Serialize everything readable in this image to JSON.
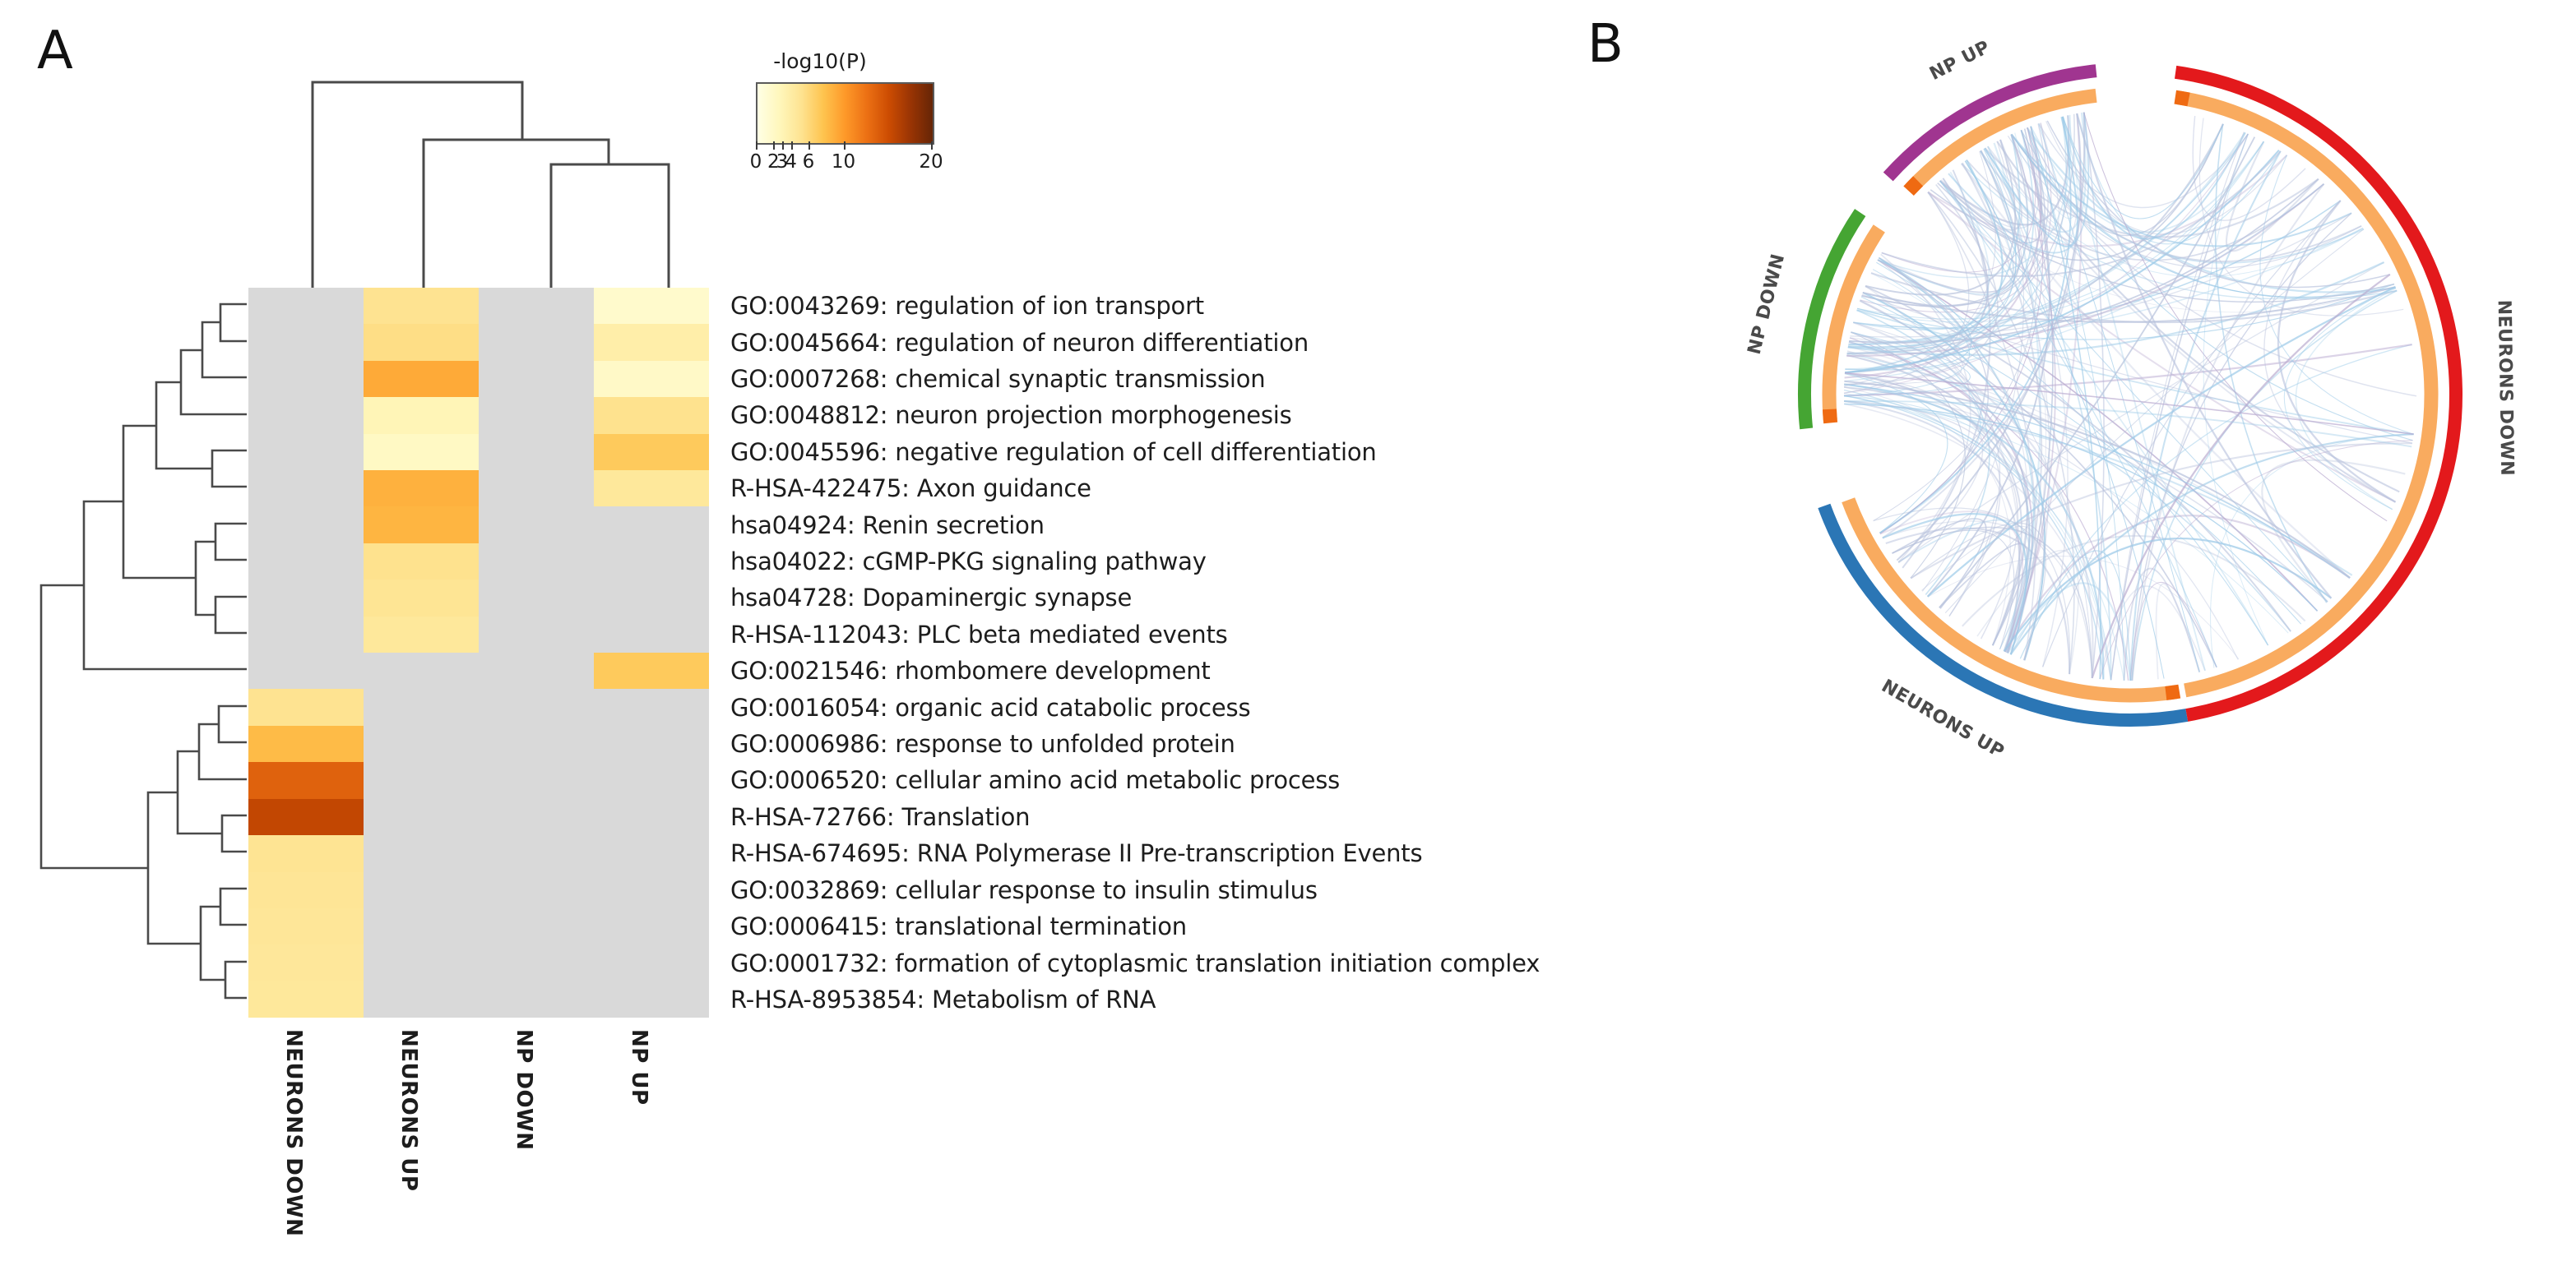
{
  "figure": {
    "panel_a_letter": "A",
    "panel_b_letter": "B"
  },
  "panel_a": {
    "colorbar": {
      "title": "-log10(P)",
      "ticks": [
        0,
        2,
        3,
        4,
        6,
        10,
        20
      ],
      "tick_labels": [
        "0",
        "2",
        "3",
        "4",
        "6",
        "10",
        "20"
      ],
      "vmin": 0,
      "vmax": 20,
      "colors": [
        "#ffffe5",
        "#fff7bc",
        "#fee391",
        "#fec44f",
        "#fe9929",
        "#ec7014",
        "#cc4c02",
        "#993404",
        "#662506"
      ],
      "missing_color": "#d9d9d9"
    },
    "columns": [
      "NEURONS DOWN",
      "NEURONS UP",
      "NP DOWN",
      "NP UP"
    ],
    "rows": [
      "GO:0043269: regulation of ion transport",
      "GO:0045664: regulation of neuron differentiation",
      "GO:0007268: chemical synaptic transmission",
      "GO:0048812: neuron projection morphogenesis",
      "GO:0045596: negative regulation of cell differentiation",
      "R-HSA-422475: Axon guidance",
      "hsa04924: Renin secretion",
      "hsa04022: cGMP-PKG signaling pathway",
      "hsa04728: Dopaminergic synapse",
      "R-HSA-112043: PLC beta mediated events",
      "GO:0021546: rhombomere development",
      "GO:0016054: organic acid catabolic process",
      "GO:0006986: response to unfolded protein",
      "GO:0006520: cellular amino acid metabolic process",
      "R-HSA-72766: Translation",
      "R-HSA-674695: RNA Polymerase II Pre-transcription Events",
      "GO:0032869: cellular response to insulin stimulus",
      "GO:0006415: translational termination",
      "GO:0001732: formation of cytoplasmic translation initiation complex",
      "R-HSA-8953854: Metabolism of RNA"
    ]
  },
  "chart_data": {
    "type": "heatmap",
    "title": "",
    "xlabel": "",
    "ylabel": "",
    "categories": [
      "NEURONS DOWN",
      "NEURONS UP",
      "NP DOWN",
      "NP UP"
    ],
    "row_labels": [
      "GO:0043269: regulation of ion transport",
      "GO:0045664: regulation of neuron differentiation",
      "GO:0007268: chemical synaptic transmission",
      "GO:0048812: neuron projection morphogenesis",
      "GO:0045596: negative regulation of cell differentiation",
      "R-HSA-422475: Axon guidance",
      "hsa04924: Renin secretion",
      "hsa04022: cGMP-PKG signaling pathway",
      "hsa04728: Dopaminergic synapse",
      "R-HSA-112043: PLC beta mediated events",
      "GO:0021546: rhombomere development",
      "GO:0016054: organic acid catabolic process",
      "GO:0006986: response to unfolded protein",
      "GO:0006520: cellular amino acid metabolic process",
      "R-HSA-72766: Translation",
      "R-HSA-674695: RNA Polymerase II Pre-transcription Events",
      "GO:0032869: cellular response to insulin stimulus",
      "GO:0006415: translational termination",
      "GO:0001732: formation of cytoplasmic translation initiation complex",
      "R-HSA-8953854: Metabolism of RNA"
    ],
    "colorbar_label": "-log10(P)",
    "zlim": [
      0,
      20
    ],
    "grid": false,
    "legend_position": "top",
    "cell_colors": [
      [
        "#d9d9d9",
        "#fca13a",
        "#d9d9d9",
        "#ffffd4"
      ],
      [
        "#d9d9d9",
        "#fb9a2e",
        "#d9d9d9",
        "#fdc councils"
      ],
      [
        "#d9d9d9",
        "#ec7014",
        "#d9d9d9",
        "#ffffd0"
      ],
      [
        "#d9d9d9",
        "#fee08a",
        "#d9d9d9",
        "#fca130"
      ],
      [
        "#d9d9d9",
        "#ffffc0",
        "#d9d9d9",
        "#f4800f"
      ],
      [
        "#d9d9d9",
        "#ed7615",
        "#d9d9d9",
        "#fcb03c"
      ],
      [
        "#d9d9d9",
        "#ee7a17",
        "#d9d9d9",
        "#d9d9d9"
      ],
      [
        "#d9d9d9",
        "#fca72f",
        "#d9d9d9",
        "#d9d9d9"
      ],
      [
        "#d9d9d9",
        "#fcab33",
        "#d9d9d9",
        "#d9d9d9"
      ],
      [
        "#d9d9d9",
        "#fdb23a",
        "#d9d9d9",
        "#d9d9d9"
      ],
      [
        "#d9d9d9",
        "#d9d9d9",
        "#d9d9d9",
        "#f4800f"
      ],
      [
        "#fca12c",
        "#d9d9d9",
        "#d9d9d9",
        "#d9d9d9"
      ],
      [
        "#ef7d19",
        "#d9d9d9",
        "#d9d9d9",
        "#d9d9d9"
      ],
      [
        "#cc4c02",
        "#d9d9d9",
        "#d9d9d9",
        "#d9d9d9"
      ],
      [
        "#ba4201",
        "#d9d9d9",
        "#d9d9d9",
        "#d9d9d9"
      ],
      [
        "#fcaa30",
        "#d9d9d9",
        "#d9d9d9",
        "#d9d9d9"
      ],
      [
        "#fcac33",
        "#d9d9d9",
        "#d9d9d9",
        "#d9d9d9"
      ],
      [
        "#fcae35",
        "#d9d9d9",
        "#d9d9d9",
        "#d9d9d9"
      ],
      [
        "#fcaf36",
        "#d9d9d9",
        "#d9d9d9",
        "#d9d9d9"
      ],
      [
        "#fcb038",
        "#d9d9d9",
        "#d9d9d9",
        "#d9d9d9"
      ]
    ],
    "values": [
      [
        null,
        5.0,
        null,
        1.5
      ],
      [
        null,
        5.4,
        null,
        3.6
      ],
      [
        null,
        9.0,
        null,
        1.8
      ],
      [
        null,
        2.8,
        null,
        5.1
      ],
      [
        null,
        2.0,
        null,
        7.0
      ],
      [
        null,
        8.6,
        null,
        4.4
      ],
      [
        null,
        8.4,
        null,
        null
      ],
      [
        null,
        5.1,
        null,
        null
      ],
      [
        null,
        4.8,
        null,
        null
      ],
      [
        null,
        4.4,
        null,
        null
      ],
      [
        null,
        null,
        null,
        7.0
      ],
      [
        5.0,
        null,
        null,
        null
      ],
      [
        8.0,
        null,
        null,
        null
      ],
      [
        13.5,
        null,
        null,
        null
      ],
      [
        15.5,
        null,
        null,
        null
      ],
      [
        4.9,
        null,
        null,
        null
      ],
      [
        4.7,
        null,
        null,
        null
      ],
      [
        4.6,
        null,
        null,
        null
      ],
      [
        4.5,
        null,
        null,
        null
      ],
      [
        4.4,
        null,
        null,
        null
      ]
    ]
  },
  "panel_b": {
    "type": "circos",
    "arcs": [
      {
        "name": "NP UP",
        "label": "NP UP",
        "color": "#a03590",
        "inner_color": "#f9ab5f"
      },
      {
        "name": "NP DOWN",
        "label": "NP DOWN",
        "color": "#45a533",
        "inner_color": "#f9ab5f"
      },
      {
        "name": "NEURONS UP",
        "label": "NEURONS UP",
        "color": "#2b76b5",
        "inner_color": "#f9ab5f"
      },
      {
        "name": "NEURONS DOWN",
        "label": "NEURONS DOWN",
        "color": "#e3191c",
        "inner_color": "#f9ab5f"
      }
    ],
    "link_colors": [
      "#9ecbe8",
      "#b9c3dd"
    ],
    "purple_link_color": "#b8a9cf"
  }
}
